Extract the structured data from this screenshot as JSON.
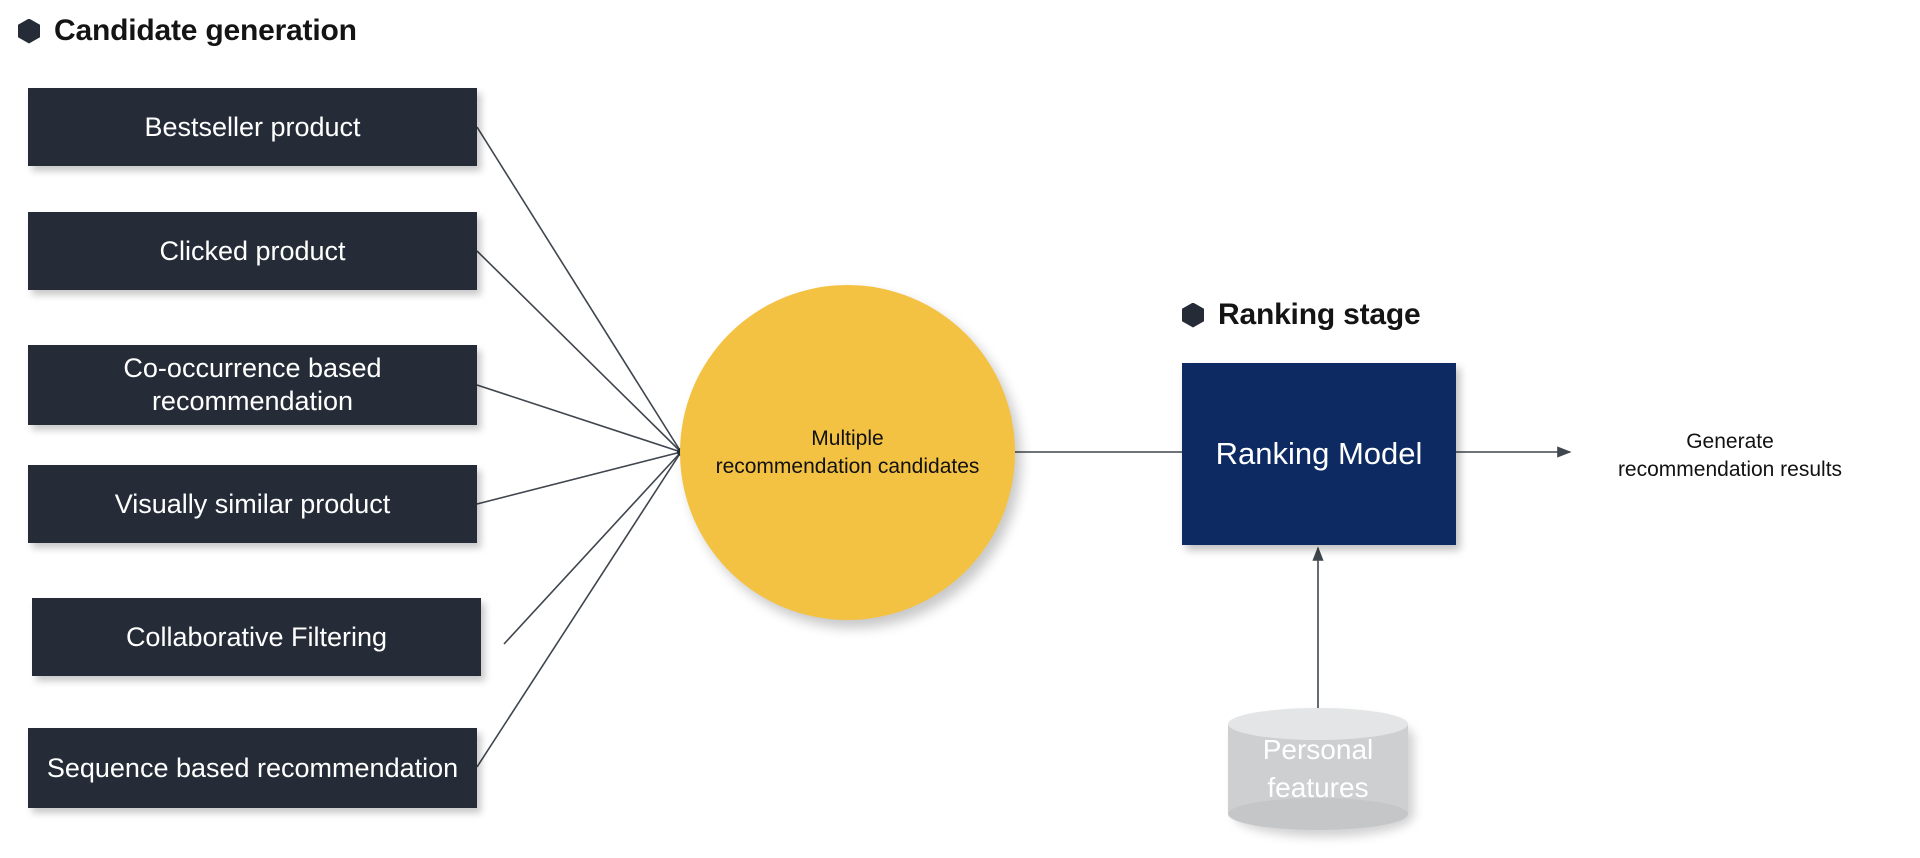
{
  "diagram": {
    "title_left": "Candidate generation",
    "title_right": "Ranking stage",
    "bullet_icon": "hexagon-bullet-icon",
    "colors": {
      "box_dark": "#252C38",
      "circle_yellow": "#F4C243",
      "ranking_blue": "#0E2A63",
      "cylinder_gray": "#CDCFD1",
      "background": "#FFFFFF",
      "connector": "#3F464E"
    },
    "candidate_boxes": [
      {
        "label": "Bestseller product"
      },
      {
        "label": "Clicked product"
      },
      {
        "label": "Co-occurrence based recommendation"
      },
      {
        "label": "Visually similar product"
      },
      {
        "label": "Collaborative Filtering"
      },
      {
        "label": "Sequence based recommendation"
      }
    ],
    "aggregator": {
      "label": "Multiple\nrecommendation candidates",
      "line1": "Multiple",
      "line2": "recommendation candidates"
    },
    "ranking_model": {
      "label": "Ranking Model"
    },
    "feature_store": {
      "line1": "Personal",
      "line2": "features"
    },
    "output": {
      "line1": "Generate",
      "line2": "recommendation results"
    }
  }
}
